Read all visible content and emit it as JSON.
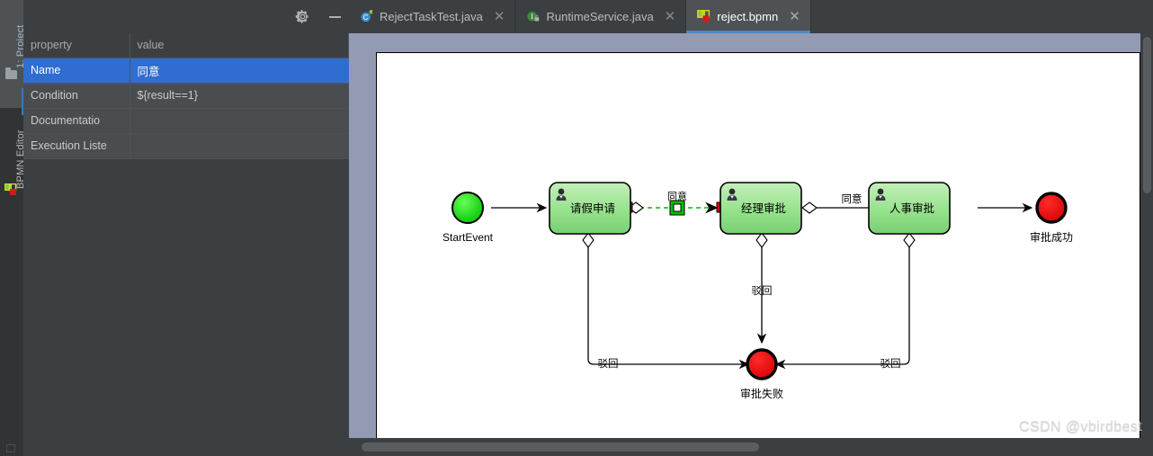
{
  "toolwindows": {
    "project_label": "1: Project",
    "bpmn_editor_label": "BPMN Editor",
    "folder_icon": "folder-icon",
    "bpmn_icon": "bpmn-icon"
  },
  "properties_panel": {
    "gear_icon": "gear-icon",
    "minimize_icon": "minimize-icon",
    "columns": [
      "property",
      "value"
    ],
    "rows": [
      {
        "name": "Name",
        "value": "同意",
        "selected": true,
        "expandable": false
      },
      {
        "name": "Condition",
        "value": "${result==1}",
        "selected": false,
        "expandable": false
      },
      {
        "name": "Documentatio",
        "value": "",
        "selected": false,
        "expandable": false
      },
      {
        "name": "Execution Liste",
        "value": "",
        "selected": false,
        "expandable": true
      }
    ],
    "selection_color": "#2f6dd0"
  },
  "tabs": [
    {
      "label": "RejectTaskTest.java",
      "icon": "java-test-class-icon",
      "active": false,
      "close_icon": "✕"
    },
    {
      "label": "RuntimeService.java",
      "icon": "java-interface-icon",
      "active": false,
      "close_icon": "✕"
    },
    {
      "label": "reject.bpmn",
      "icon": "bpmn-file-icon",
      "active": true,
      "close_icon": "✕"
    }
  ],
  "diagram": {
    "canvas_background": "#939bb4",
    "paper_background": "#ffffff",
    "task_fill_top": "#b9ecb0",
    "task_fill_bottom": "#7fd77a",
    "start_event_fill": "#00d400",
    "end_event_fill": "#e00000",
    "selected_flow_color": "#00c000",
    "nodes": [
      {
        "id": "start",
        "type": "start-event",
        "label": "StartEvent"
      },
      {
        "id": "task1",
        "type": "user-task",
        "label": "请假申请"
      },
      {
        "id": "task2",
        "type": "user-task",
        "label": "经理审批"
      },
      {
        "id": "task3",
        "type": "user-task",
        "label": "人事审批"
      },
      {
        "id": "end-ok",
        "type": "end-event",
        "label": "审批成功"
      },
      {
        "id": "end-ng",
        "type": "end-event",
        "label": "审批失败"
      }
    ],
    "flows": [
      {
        "from": "start",
        "to": "task1",
        "label": "",
        "selected": false
      },
      {
        "from": "task1",
        "to": "task2",
        "label": "同意",
        "selected": true
      },
      {
        "from": "task2",
        "to": "task3",
        "label": "同意",
        "selected": false
      },
      {
        "from": "task3",
        "to": "end-ok",
        "label": "",
        "selected": false
      },
      {
        "from": "task1",
        "to": "end-ng",
        "label": "驳回",
        "selected": false
      },
      {
        "from": "task2",
        "to": "end-ng",
        "label": "驳回",
        "selected": false
      },
      {
        "from": "task3",
        "to": "end-ng",
        "label": "驳回",
        "selected": false
      }
    ]
  },
  "scrollbars": {
    "vertical": "vertical-scrollbar",
    "horizontal": "horizontal-scrollbar"
  },
  "watermark": "CSDN @vbirdbest"
}
